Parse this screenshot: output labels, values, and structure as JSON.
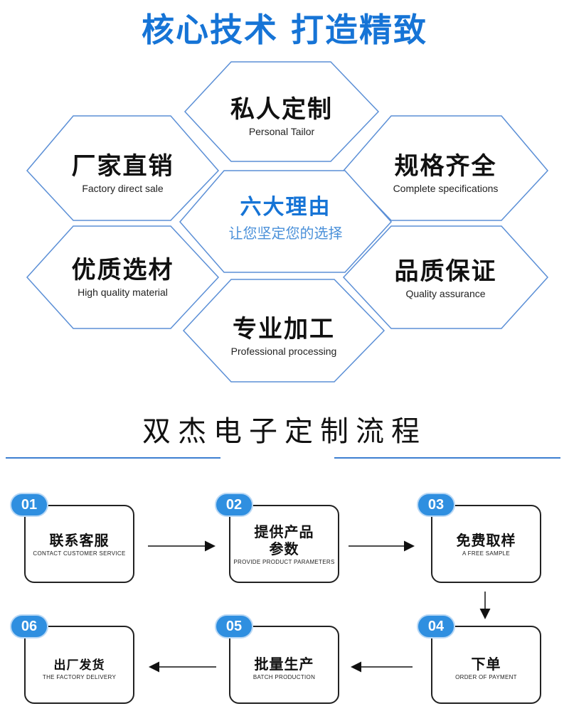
{
  "headline": "核心技术 打造精致",
  "reasons": {
    "center": {
      "title": "六大理由",
      "subtitle": "让您坚定您的选择"
    },
    "items": [
      {
        "title": "私人定制",
        "subtitle": "Personal Tailor"
      },
      {
        "title": "厂家直销",
        "subtitle": "Factory direct sale"
      },
      {
        "title": "规格齐全",
        "subtitle": "Complete specifications"
      },
      {
        "title": "优质选材",
        "subtitle": "High quality material"
      },
      {
        "title": "品质保证",
        "subtitle": "Quality assurance"
      },
      {
        "title": "专业加工",
        "subtitle": "Professional processing"
      }
    ]
  },
  "process": {
    "title": "双杰电子定制流程",
    "steps": [
      {
        "num": "01",
        "title": "联系客服",
        "subtitle": "CONTACT CUSTOMER SERVICE"
      },
      {
        "num": "02",
        "title": "提供产品",
        "title2": "参数",
        "subtitle": "PROVIDE PRODUCT PARAMETERS"
      },
      {
        "num": "03",
        "title": "免费取样",
        "subtitle": "A FREE SAMPLE"
      },
      {
        "num": "04",
        "title": "下单",
        "subtitle": "ORDER OF PAYMENT"
      },
      {
        "num": "05",
        "title": "批量生产",
        "subtitle": "BATCH PRODUCTION"
      },
      {
        "num": "06",
        "title": "出厂发货",
        "subtitle": "THE FACTORY DELIVERY"
      }
    ]
  },
  "colors": {
    "accent": "#1674d6",
    "badge": "#2f8fe0",
    "hex_border": "#5b8fd6"
  }
}
